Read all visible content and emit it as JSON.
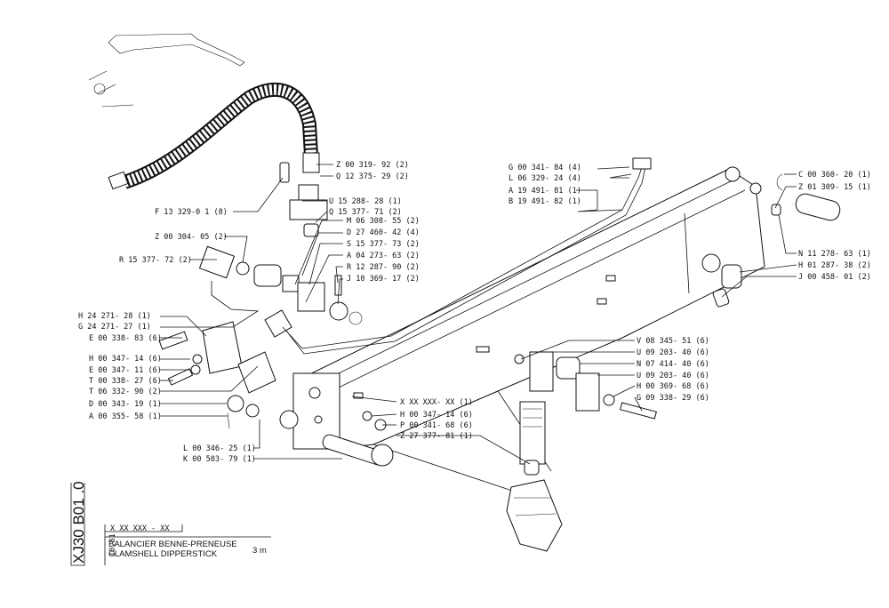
{
  "drawing": {
    "code_vertical": "XJ30 B01 .0",
    "ref_box": "X XX XXX - XX",
    "title_fr": "BALANCIER BENNE-PRENEUSE",
    "title_en": "CLAMSHELL DIPPERSTICK",
    "size": "3 m",
    "date": "10.81"
  },
  "labels": [
    {
      "id": "z00319",
      "text": "Z 00 319- 92 (2)"
    },
    {
      "id": "q12375",
      "text": "Q 12 375- 29 (2)"
    },
    {
      "id": "f13329",
      "text": "F 13 329-0 1 (8)"
    },
    {
      "id": "u15288",
      "text": "U 15 288- 28 (1)"
    },
    {
      "id": "q15377",
      "text": "Q 15 377- 71 (2)"
    },
    {
      "id": "m06308",
      "text": "M 06 308- 55 (2)"
    },
    {
      "id": "d27460",
      "text": "D 27 460- 42 (4)"
    },
    {
      "id": "z00304",
      "text": "Z 00 304- 05 (2)"
    },
    {
      "id": "s15377",
      "text": "S 15 377- 73 (2)"
    },
    {
      "id": "r15377",
      "text": "R 15 377- 72 (2)"
    },
    {
      "id": "a04273",
      "text": "A 04 273- 63 (2)"
    },
    {
      "id": "r12287",
      "text": "R 12 287- 90 (2)"
    },
    {
      "id": "j10369",
      "text": "J 10 369- 17 (2)"
    },
    {
      "id": "h24271",
      "text": "H 24 271- 28 (1)"
    },
    {
      "id": "g24271",
      "text": "G 24 271- 27 (1)"
    },
    {
      "id": "e00338",
      "text": "E 00 338- 83 (6)"
    },
    {
      "id": "h00347a",
      "text": "H 00 347- 14 (6)"
    },
    {
      "id": "e00347",
      "text": "E 00 347- 11 (6)"
    },
    {
      "id": "t00338",
      "text": "T 00 338- 27 (6)"
    },
    {
      "id": "t06332",
      "text": "T 06 332- 90 (2)"
    },
    {
      "id": "d00343",
      "text": "D 00 343- 19 (1)"
    },
    {
      "id": "a00355",
      "text": "A 00 355- 58 (1)"
    },
    {
      "id": "l00346",
      "text": "L 00 346- 25 (1)"
    },
    {
      "id": "k00503",
      "text": "K 00 503- 79 (1)"
    },
    {
      "id": "xxx",
      "text": "X XX XXX- XX (1)"
    },
    {
      "id": "h00347b",
      "text": "H 00 347- 14 (6)"
    },
    {
      "id": "p00341",
      "text": "P 00 341- 68 (6)"
    },
    {
      "id": "z27377",
      "text": "Z 27 377- 81 (1)"
    },
    {
      "id": "g00341",
      "text": "G 00 341- 84 (4)"
    },
    {
      "id": "l06329",
      "text": "L 06 329- 24 (4)"
    },
    {
      "id": "a19491",
      "text": "A 19 491- 81 (1)"
    },
    {
      "id": "b19491",
      "text": "B 19 491- 82 (1)"
    },
    {
      "id": "c00360",
      "text": "C 00 360- 20 (1)"
    },
    {
      "id": "z01309",
      "text": "Z 01 309- 15 (1)"
    },
    {
      "id": "n11278",
      "text": "N 11 278- 63 (1)"
    },
    {
      "id": "h01287",
      "text": "H 01 287- 38 (2)"
    },
    {
      "id": "j00458",
      "text": "J 00 458- 01 (2)"
    },
    {
      "id": "v08345",
      "text": "V 08 345- 51 (6)"
    },
    {
      "id": "u09203a",
      "text": "U 09 203- 40 (6)"
    },
    {
      "id": "n07414",
      "text": "N 07 414- 40 (6)"
    },
    {
      "id": "u09203b",
      "text": "U 09 203- 40 (6)"
    },
    {
      "id": "h00369",
      "text": "H 00 369- 68 (6)"
    },
    {
      "id": "g09338",
      "text": "G 09 338- 29 (6)"
    }
  ]
}
